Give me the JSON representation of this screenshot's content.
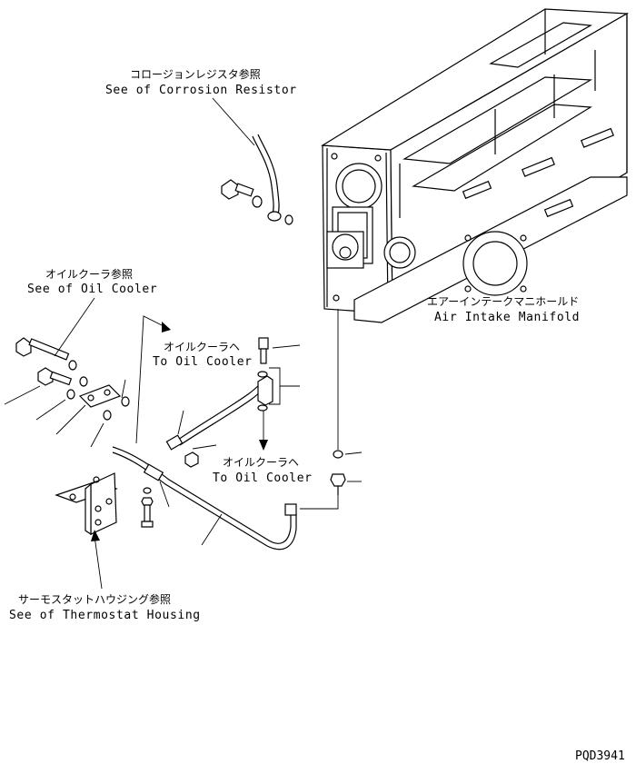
{
  "labels": {
    "corrosion_jp": "コロージョンレジスタ参照",
    "corrosion_en": "See of Corrosion Resistor",
    "oil_cooler_ref_jp": "オイルクーラ参照",
    "oil_cooler_ref_en": "See of Oil Cooler",
    "to_oil_cooler_1_jp": "オイルクーラヘ",
    "to_oil_cooler_1_en": "To Oil Cooler",
    "to_oil_cooler_2_jp": "オイルクーラヘ",
    "to_oil_cooler_2_en": "To Oil Cooler",
    "manifold_jp": "エアーインテークマニホールド",
    "manifold_en": "Air Intake Manifold",
    "thermostat_jp": "サーモスタットハウジング参照",
    "thermostat_en": "See of Thermostat Housing"
  },
  "drawing_code": "PQD3941"
}
